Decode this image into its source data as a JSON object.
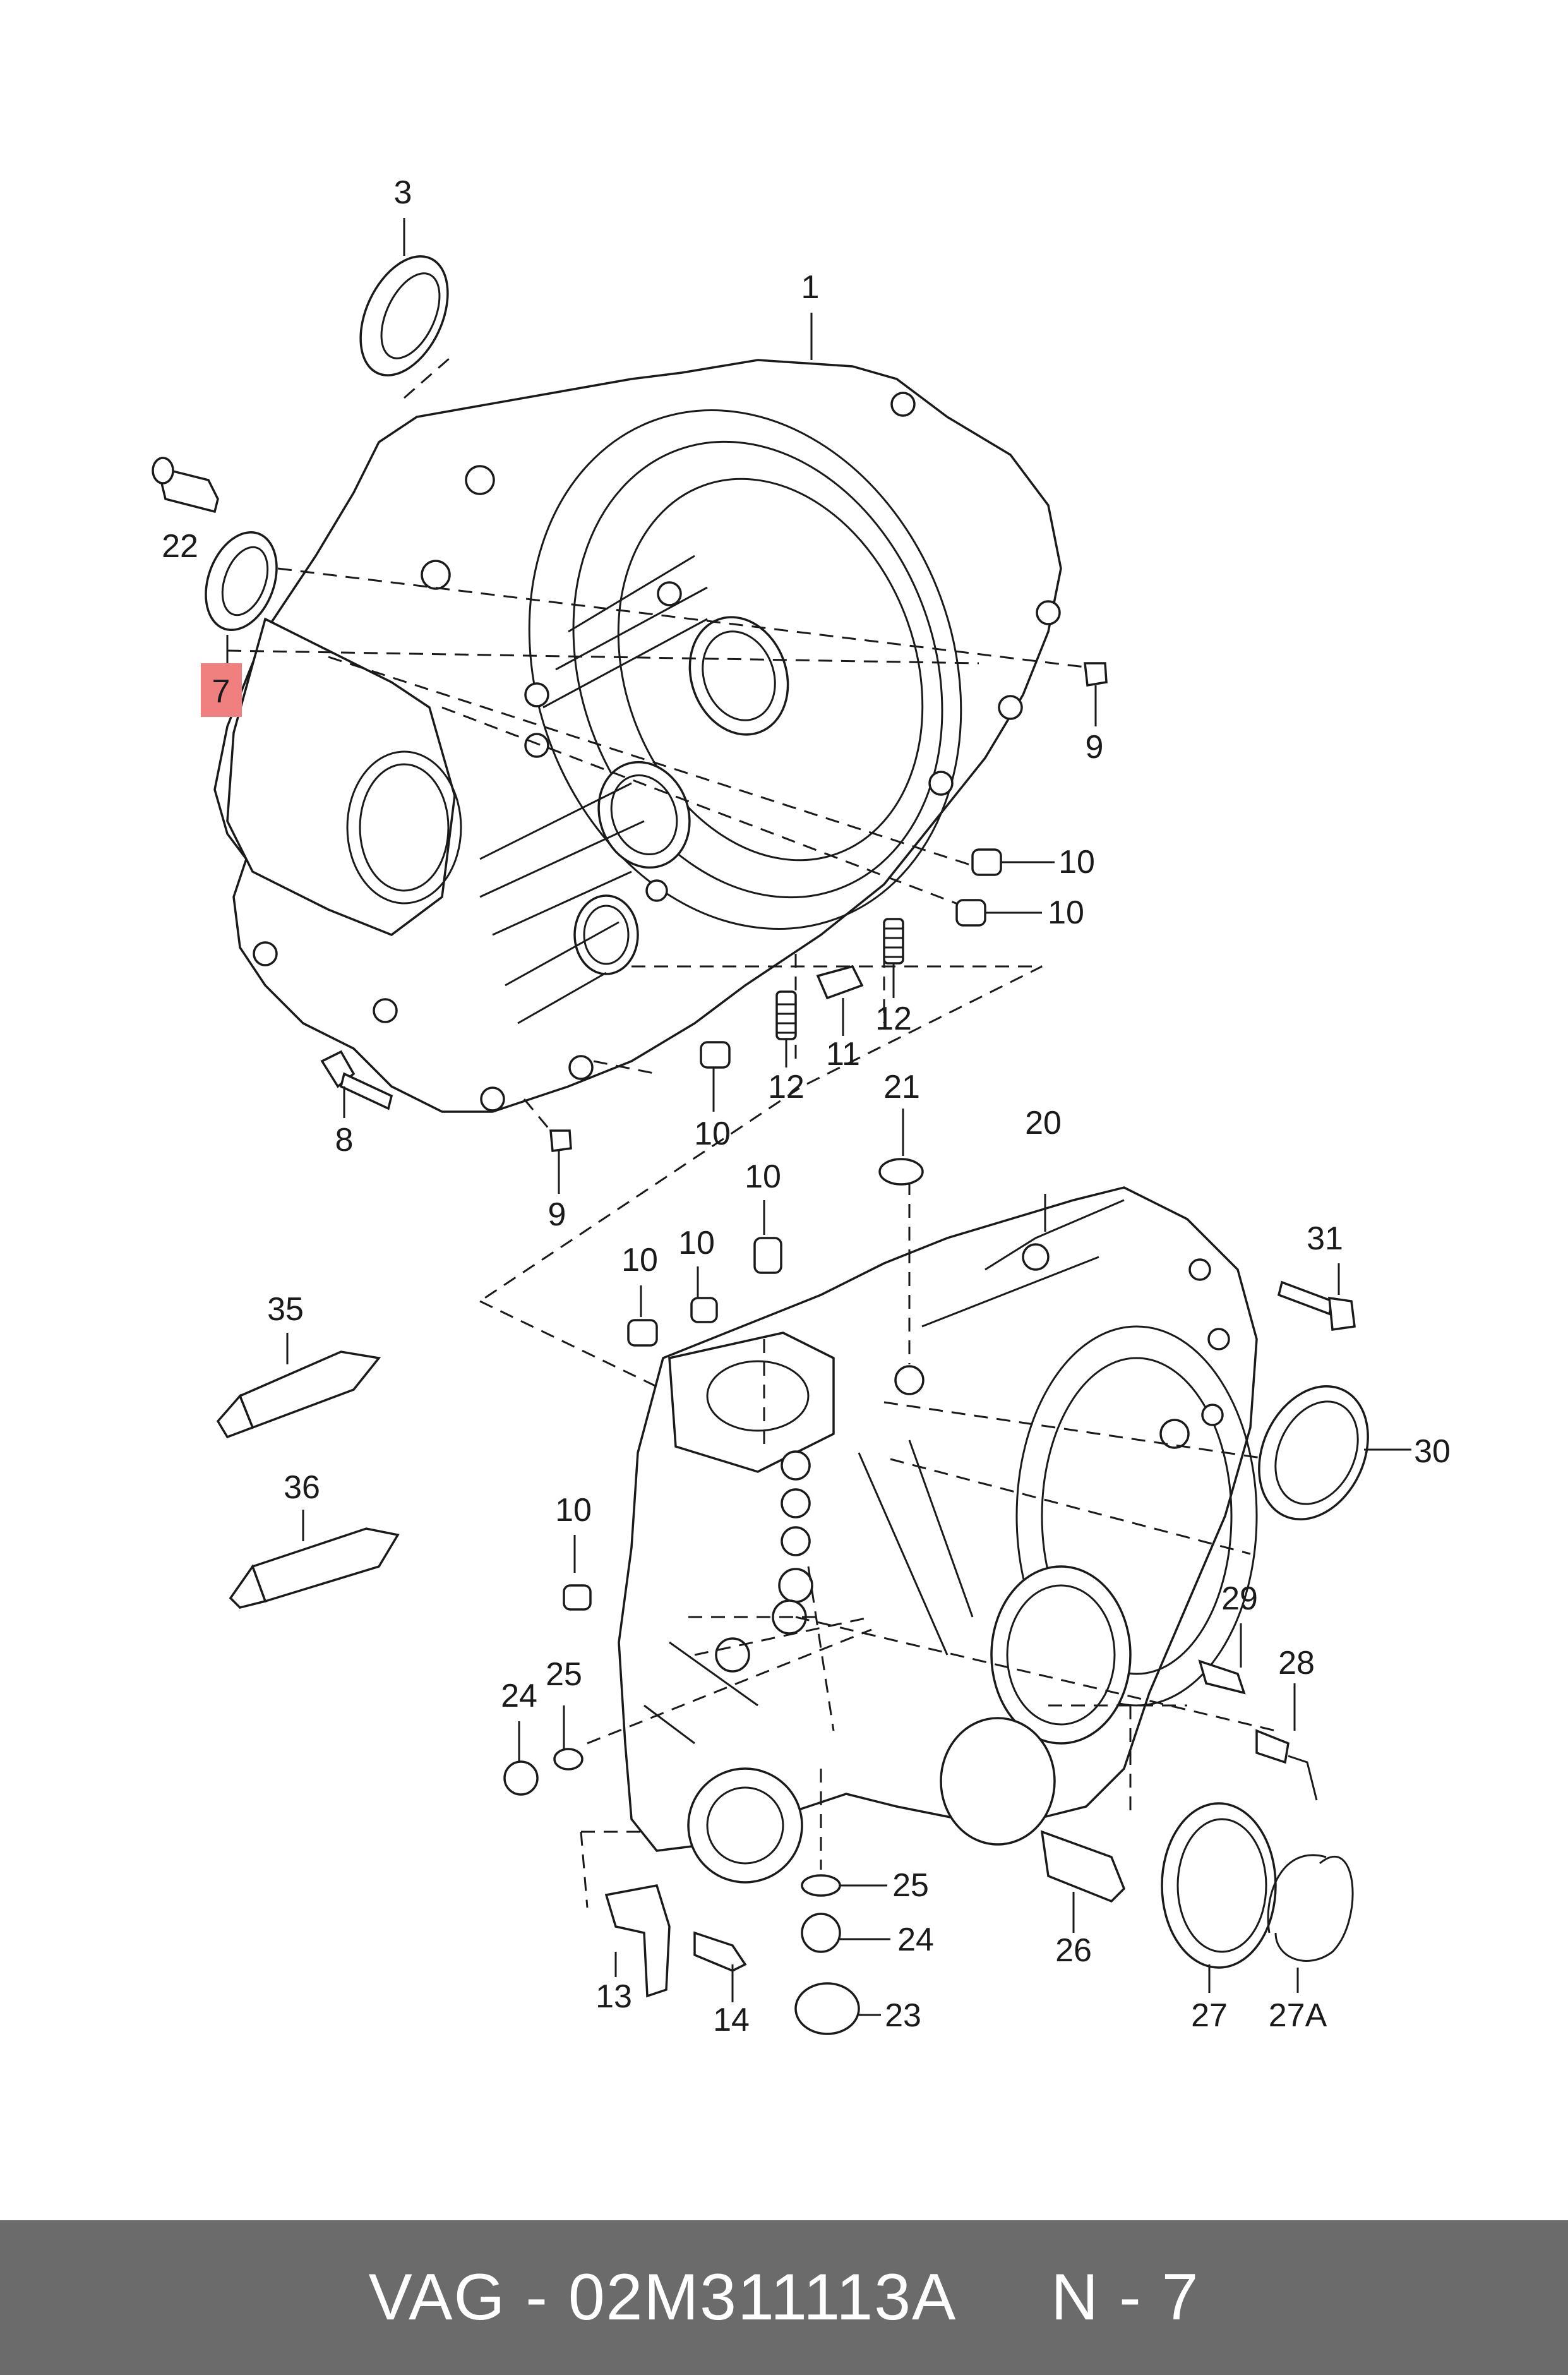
{
  "diagram": {
    "callouts": [
      {
        "id": "3",
        "label": "3"
      },
      {
        "id": "1",
        "label": "1"
      },
      {
        "id": "22",
        "label": "22"
      },
      {
        "id": "7",
        "label": "7",
        "highlighted": true
      },
      {
        "id": "9a",
        "label": "9"
      },
      {
        "id": "10a",
        "label": "10"
      },
      {
        "id": "10b",
        "label": "10"
      },
      {
        "id": "12a",
        "label": "12"
      },
      {
        "id": "11",
        "label": "11"
      },
      {
        "id": "12b",
        "label": "12"
      },
      {
        "id": "8",
        "label": "8"
      },
      {
        "id": "10c",
        "label": "10"
      },
      {
        "id": "9b",
        "label": "9"
      },
      {
        "id": "21",
        "label": "21"
      },
      {
        "id": "20",
        "label": "20"
      },
      {
        "id": "10d",
        "label": "10"
      },
      {
        "id": "10e",
        "label": "10"
      },
      {
        "id": "10f",
        "label": "10"
      },
      {
        "id": "31",
        "label": "31"
      },
      {
        "id": "35",
        "label": "35"
      },
      {
        "id": "30",
        "label": "30"
      },
      {
        "id": "36",
        "label": "36"
      },
      {
        "id": "10g",
        "label": "10"
      },
      {
        "id": "29",
        "label": "29"
      },
      {
        "id": "28",
        "label": "28"
      },
      {
        "id": "24a",
        "label": "24"
      },
      {
        "id": "25a",
        "label": "25"
      },
      {
        "id": "25b",
        "label": "25"
      },
      {
        "id": "24b",
        "label": "24"
      },
      {
        "id": "26",
        "label": "26"
      },
      {
        "id": "13",
        "label": "13"
      },
      {
        "id": "14",
        "label": "14"
      },
      {
        "id": "23",
        "label": "23"
      },
      {
        "id": "27",
        "label": "27"
      },
      {
        "id": "27A",
        "label": "27A"
      }
    ],
    "highlight_color": "#f08080"
  },
  "footer": {
    "text": "VAG - 02M311113A     N - 7",
    "background": "#6b6b6b",
    "text_color": "#ffffff"
  }
}
